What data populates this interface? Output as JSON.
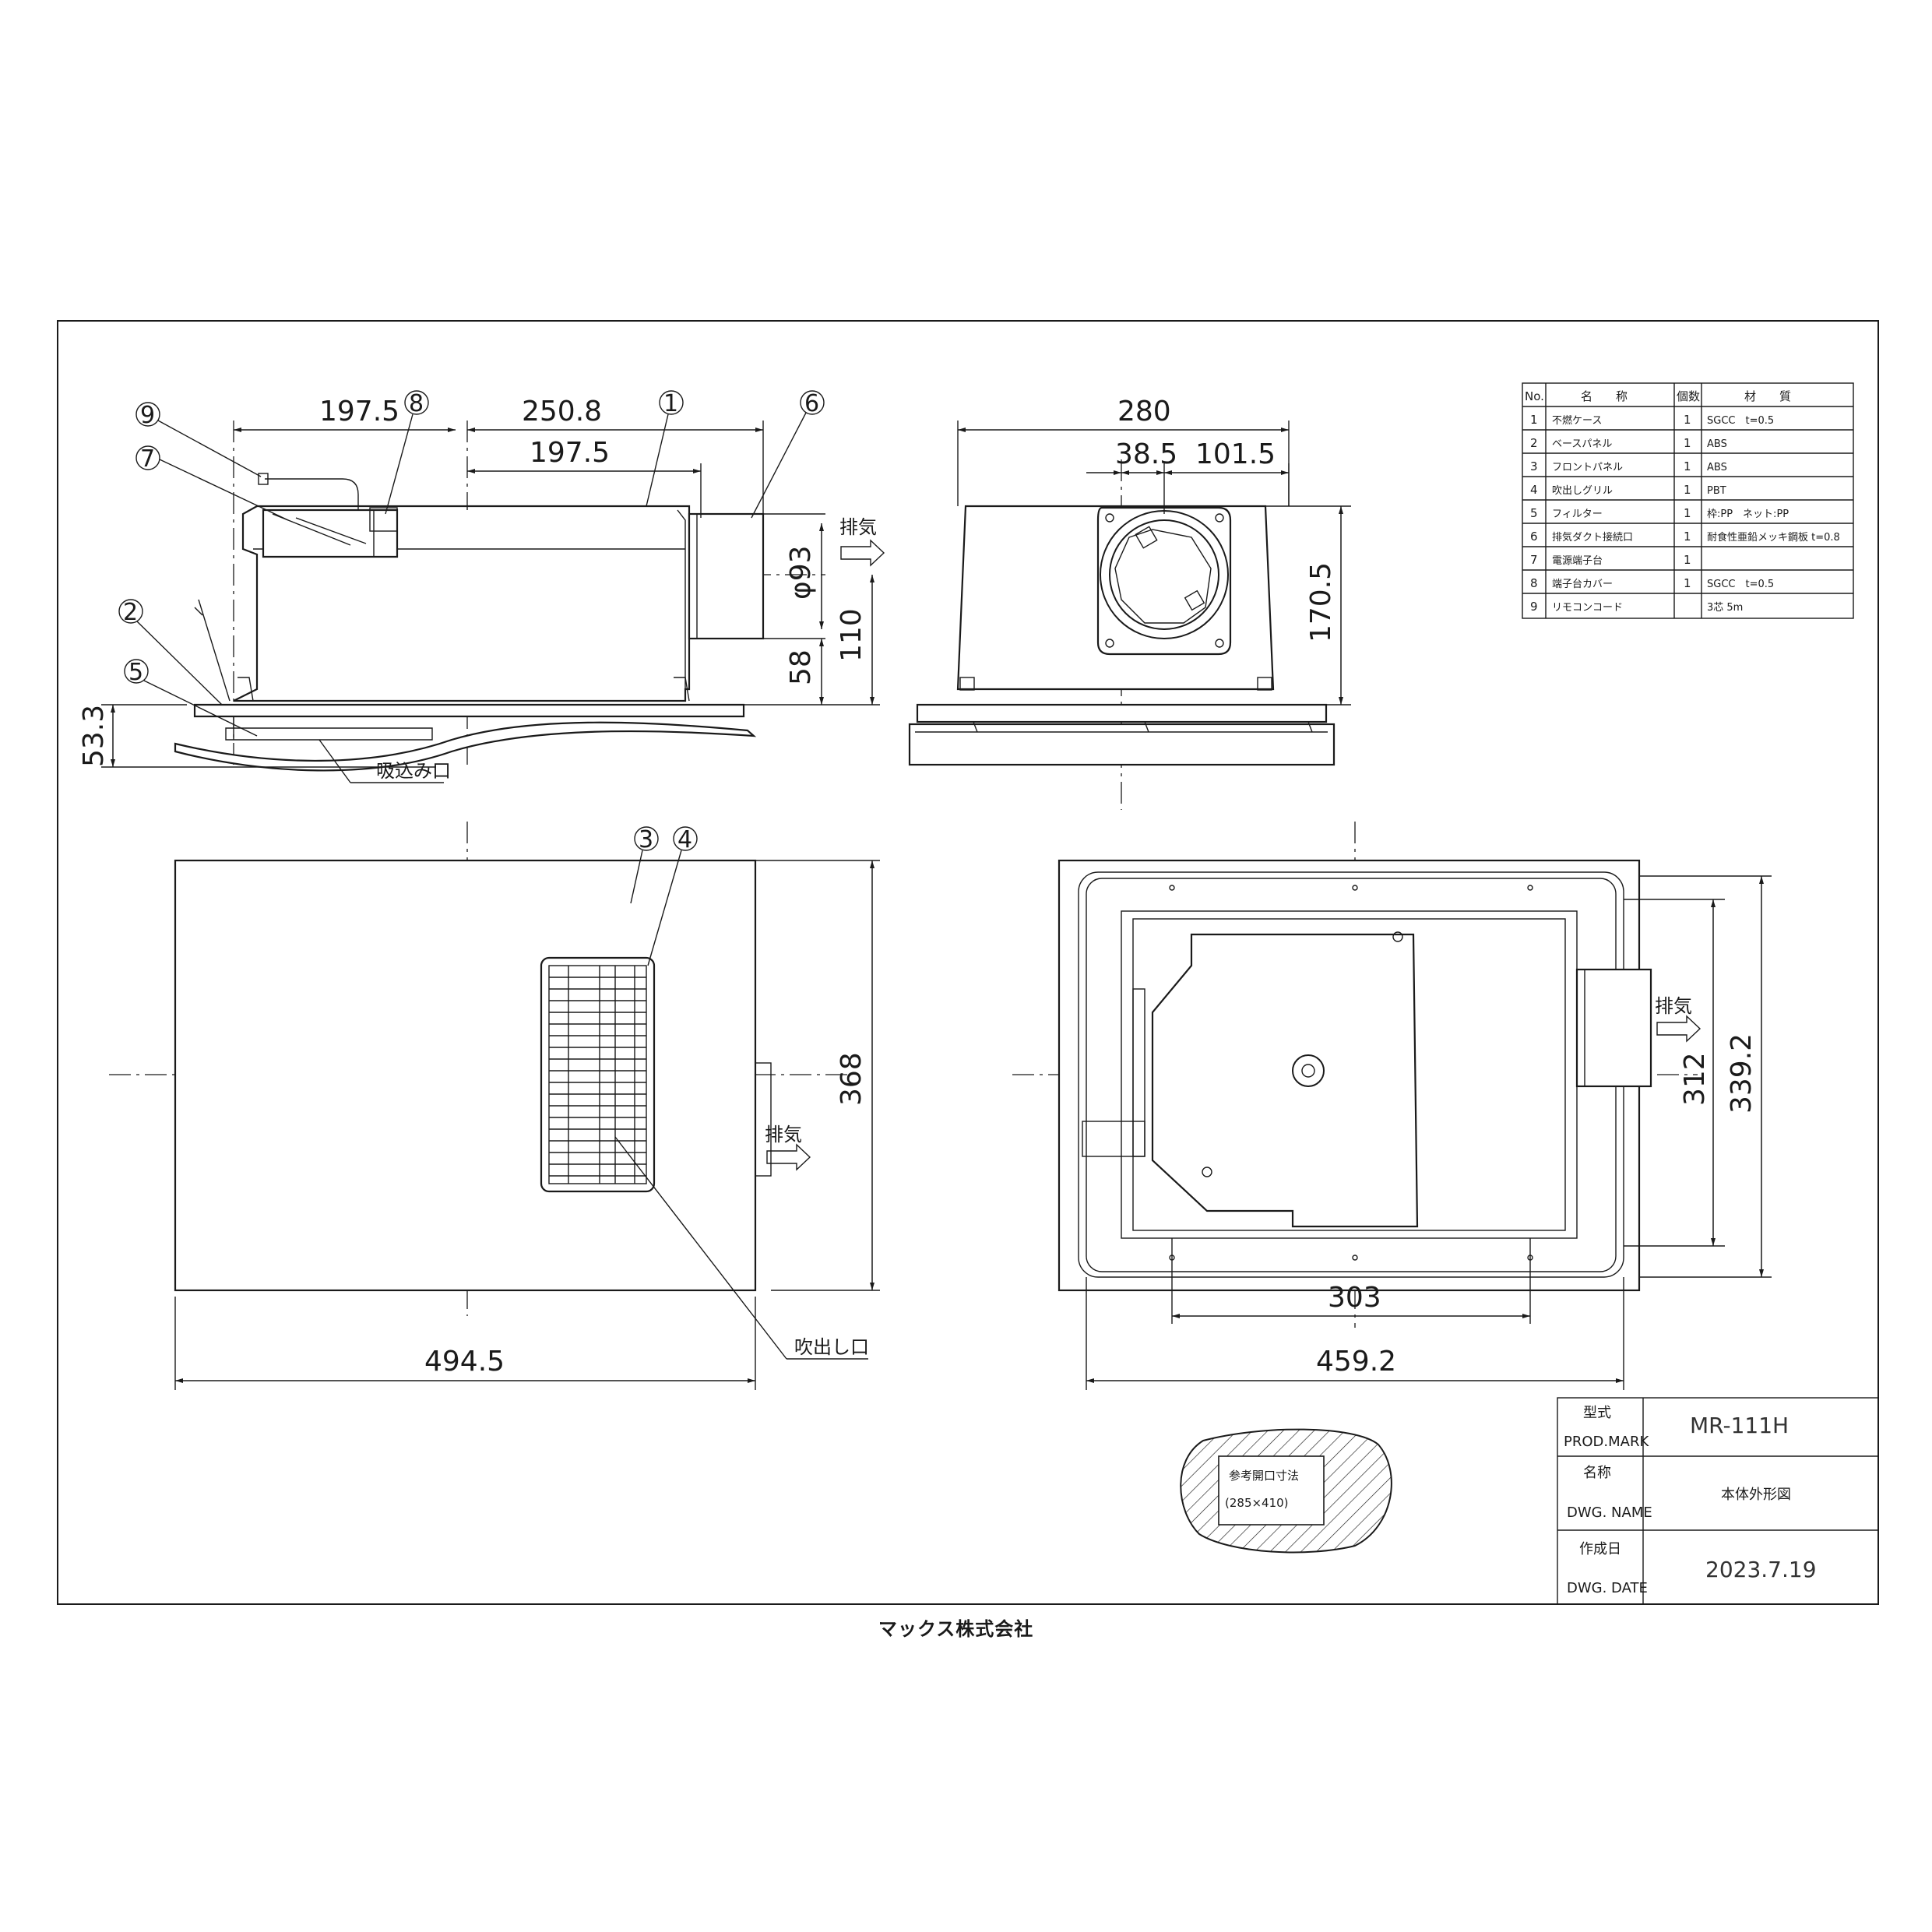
{
  "side_view": {
    "dims": {
      "left_width": "197.5",
      "mid_width": "250.8",
      "inner_width": "197.5",
      "duct_dia": "φ93",
      "duct_height": "110",
      "duct_offset": "58",
      "panel_height": "53.3"
    },
    "exhaust_label": "排気",
    "intake_label": "吸込み口",
    "balloons": [
      "9",
      "8",
      "7",
      "1",
      "6",
      "2",
      "5"
    ]
  },
  "front_view": {
    "dims": {
      "width": "280",
      "left_offset": "38.5",
      "right_offset": "101.5",
      "height": "170.5"
    }
  },
  "top_view": {
    "dims": {
      "width": "494.5",
      "depth": "368"
    },
    "exhaust_label": "排気",
    "outlet_label": "吹出し口",
    "balloons": [
      "3",
      "4"
    ]
  },
  "bottom_view": {
    "dims": {
      "inner_width": "303",
      "outer_width": "459.2",
      "inner_depth": "312",
      "outer_depth": "339.2"
    },
    "exhaust_label": "排気"
  },
  "parts_table": {
    "headers": [
      "No.",
      "名　　称",
      "個数",
      "材　　質"
    ],
    "rows": [
      [
        "1",
        "不燃ケース",
        "1",
        "SGCC　t=0.5"
      ],
      [
        "2",
        "ベースパネル",
        "1",
        "ABS"
      ],
      [
        "3",
        "フロントパネル",
        "1",
        "ABS"
      ],
      [
        "4",
        "吹出しグリル",
        "1",
        "PBT"
      ],
      [
        "5",
        "フィルター",
        "1",
        "枠:PP　ネット:PP"
      ],
      [
        "6",
        "排気ダクト接続口",
        "1",
        "耐食性亜鉛メッキ鋼板 t=0.8"
      ],
      [
        "7",
        "電源端子台",
        "1",
        ""
      ],
      [
        "8",
        "端子台カバー",
        "1",
        "SGCC　t=0.5"
      ],
      [
        "9",
        "リモコンコード",
        "",
        "3芯 5m"
      ]
    ]
  },
  "opening_note": {
    "line1": "参考開口寸法",
    "line2": "(285×410)"
  },
  "title_block": {
    "model_label": "型式",
    "model_label_en": "PROD.MARK",
    "model_value": "MR-111H",
    "name_label": "名称",
    "name_label_en": "DWG. NAME",
    "name_value": "本体外形図",
    "date_label": "作成日",
    "date_label_en": "DWG. DATE",
    "date_value": "2023.7.19"
  },
  "company": "マックス株式会社"
}
